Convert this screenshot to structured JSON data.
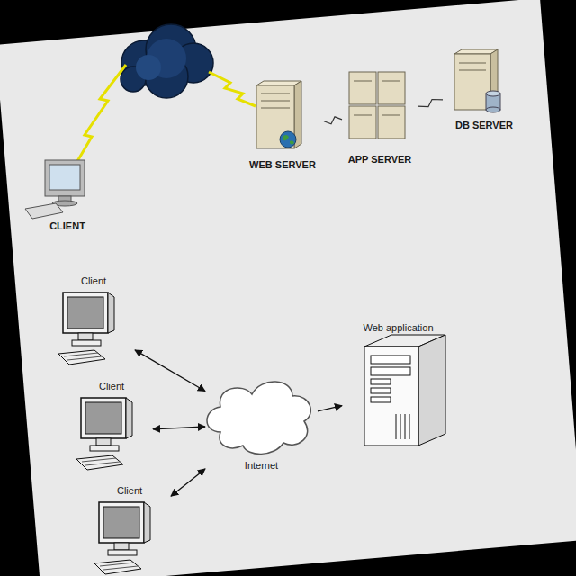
{
  "diagram": {
    "nodes": [
      {
        "text": [
          "CLIENT"
        ]
      },
      {
        "text": [
          "WEB SERVER"
        ]
      },
      {
        "text": [
          "APP SERVER"
        ]
      },
      {
        "text": [
          "DB SERVER"
        ]
      },
      {
        "text": [
          "Client"
        ]
      },
      {
        "text": [
          "Client"
        ]
      },
      {
        "text": [
          "Client"
        ]
      },
      {
        "text": [
          "Internet"
        ]
      },
      {
        "text": [
          "Web application"
        ]
      }
    ],
    "edges": [
      {
        "from": 1,
        "to": 2,
        "arrow": "none"
      },
      {
        "from": 2,
        "to": 3,
        "arrow": "none"
      },
      {
        "from": 4,
        "to": 7,
        "arrow": "both"
      },
      {
        "from": 5,
        "to": 7,
        "arrow": "both"
      },
      {
        "from": 6,
        "to": 7,
        "arrow": "both"
      },
      {
        "from": 7,
        "to": 8,
        "arrow": "to"
      }
    ]
  }
}
